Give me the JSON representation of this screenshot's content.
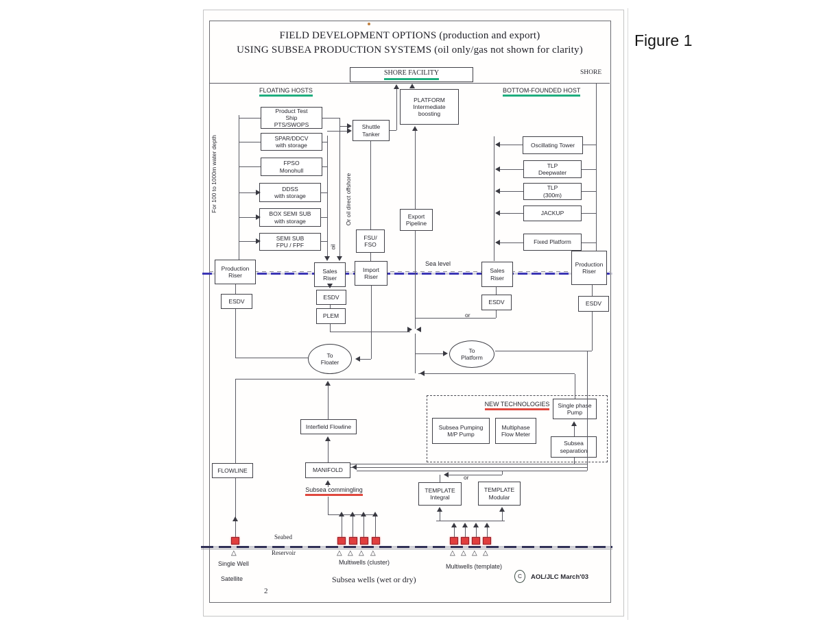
{
  "figure_label": "Figure 1",
  "page_number": "2",
  "title": {
    "line1": "FIELD DEVELOPMENT OPTIONS (production and export)",
    "line2": "USING SUBSEA PRODUCTION SYSTEMS (oil only/gas not shown for clarity)"
  },
  "shore": {
    "facility": "SHORE FACILITY",
    "label": "SHORE"
  },
  "sections": {
    "floating_hosts": "FLOATING HOSTS",
    "bottom_founded_host": "BOTTOM-FOUNDED HOST",
    "new_technologies": "NEW TECHNOLOGIES"
  },
  "floating_hosts": [
    "Product Test\nShip\nPTS/SWOPS",
    "SPAR/DDCV\nwith storage",
    "FPSO\nMonohull",
    "DDSS\nwith storage",
    "BOX SEMI SUB\nwith storage",
    "SEMI SUB\nFPU / FPF"
  ],
  "bottom_founded_hosts": [
    "Oscillating Tower",
    "TLP\nDeepwater",
    "TLP\n(300m)",
    "JACKUP",
    "Fixed Platform"
  ],
  "nodes": {
    "platform": "PLATFORM\nIntermediate\nboosting",
    "shuttle_tanker": "Shuttle\nTanker",
    "fsu_fso": "FSU/\nFSO",
    "export_pipeline": "Export\nPipeline",
    "production_riser_left": "Production\nRiser",
    "esdv_left": "ESDV",
    "sales_riser_left": "Sales\nRiser",
    "esdv_center": "ESDV",
    "plem": "PLEM",
    "import_riser": "Import\nRiser",
    "sales_riser_right": "Sales\nRiser",
    "esdv_right": "ESDV",
    "production_riser_right": "Production\nRiser",
    "esdv_far_right": "ESDV",
    "to_floater": "To\nFloater",
    "to_platform": "To\nPlatform",
    "subsea_pumping": "Subsea Pumping\nM/P Pump",
    "multiphase_flow_meter": "Multiphase\nFlow Meter",
    "single_phase_pump": "Single phase\nPump",
    "subsea_separation": "Subsea\nseparation",
    "interfield_flowline": "Interfield Flowline",
    "flowline": "FLOWLINE",
    "manifold": "MANIFOLD",
    "template_integral": "TEMPLATE\nIntegral",
    "template_modular": "TEMPLATE\nModular"
  },
  "annotations": {
    "water_depth": "For 100 to 1000m water depth",
    "oil_direct": "Or oil direct offshore",
    "oil": "oil",
    "sea_level": "Sea level",
    "or_riser": "or",
    "or_template": "or",
    "subsea_commingling": "Subsea commingling",
    "seabed": "Seabed",
    "reservoir": "Reservoir",
    "single_well": "Single Well",
    "satellite": "Satellite",
    "multiwells_cluster": "Multiwells (cluster)",
    "multiwells_template": "Multiwells (template)",
    "subsea_wells": "Subsea wells (wet or dry)",
    "copyright_symbol": "C",
    "copyright_text": "AOL/JLC March'03"
  },
  "icons": {
    "well_marker": "△"
  },
  "colors": {
    "underline_green": "#1fae7e",
    "underline_red": "#e0483e",
    "sea_level_blue": "#3b35b5",
    "wellhead_red": "#e03e3e"
  }
}
